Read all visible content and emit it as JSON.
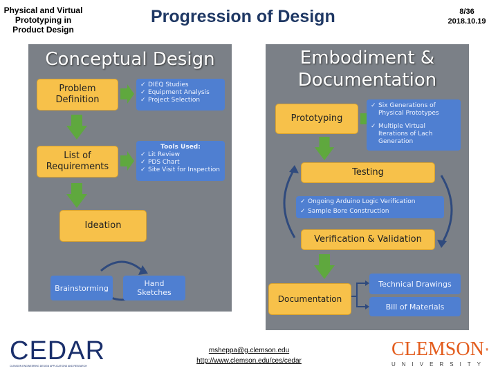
{
  "header": {
    "left_text": "Physical and Virtual\nPrototyping in\nProduct Design",
    "title": "Progression of Design",
    "slide_number": "8/36",
    "date": "2018.10.19"
  },
  "conceptual": {
    "title": "Conceptual Design",
    "problem_definition": "Problem\nDefinition",
    "problem_bullets": [
      "DIEQ Studies",
      "Equipment Analysis",
      "Project Selection"
    ],
    "list_of_requirements": "List of\nRequirements",
    "tools_title": "Tools Used:",
    "tools_bullets": [
      "Lit Review",
      "PDS Chart",
      "Site Visit for Inspection"
    ],
    "ideation": "Ideation",
    "brainstorming": "Brainstorming",
    "hand_sketches": "Hand\nSketches"
  },
  "embodiment": {
    "title": "Embodiment &\nDocumentation",
    "prototyping": "Prototyping",
    "prototyping_bullets": [
      "Six Generations of Physical Prototypes",
      "Multiple Virtual Iterations of Lach Generation"
    ],
    "testing": "Testing",
    "testing_bullets": [
      "Ongoing Arduino Logic Verification",
      "Sample Bore Construction"
    ],
    "verification": "Verification & Validation",
    "documentation": "Documentation",
    "technical_drawings": "Technical Drawings",
    "bill_of_materials": "Bill of Materials"
  },
  "footer": {
    "cedar_logo": "CEDAR",
    "cedar_tagline": "CLEMSON ENGINEERING DESIGN APPLICATIONS AND RESEARCH",
    "email": "msheppa@g.clemson.edu",
    "url": "http://www.clemson.edu/ces/cedar",
    "clemson_logo": "CLEMSON",
    "clemson_sub": "UNIVERSITY"
  },
  "colors": {
    "panel": "#7b8087",
    "box_yellow": "#f7c14a",
    "box_blue": "#4f7fd1",
    "arrow_green": "#5fa83e",
    "title_blue": "#1f3864",
    "clemson_orange": "#e35d1e",
    "cedar_navy": "#1a2f6b"
  }
}
